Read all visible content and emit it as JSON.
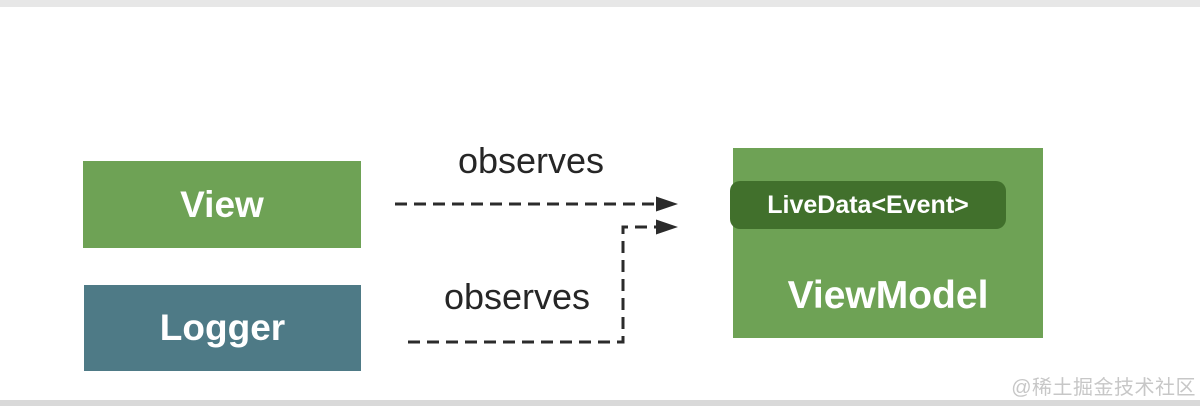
{
  "diagram": {
    "nodes": {
      "view": {
        "label": "View",
        "color": "#6ea255",
        "text_color": "#ffffff"
      },
      "logger": {
        "label": "Logger",
        "color": "#4e7a86",
        "text_color": "#ffffff"
      },
      "viewmodel": {
        "label": "ViewModel",
        "color": "#6ea255",
        "text_color": "#ffffff"
      },
      "livedata": {
        "label": "LiveData<Event>",
        "color": "#41702c",
        "text_color": "#ffffff"
      }
    },
    "edges": [
      {
        "label": "observes",
        "from": "View",
        "to": "LiveData<Event>",
        "style": "dashed"
      },
      {
        "label": "observes",
        "from": "Logger",
        "to": "LiveData<Event>",
        "style": "dashed"
      }
    ]
  },
  "watermark": {
    "text": "@稀土掘金技术社区"
  },
  "colors": {
    "background": "#ffffff",
    "node_green": "#6ea255",
    "node_teal": "#4e7a86",
    "livedata_green": "#41702c",
    "arrow": "#2b2b2b",
    "label_text": "#262626",
    "watermark": "#c7c7c7",
    "top_strip": "#e7e7e7",
    "bottom_strip": "#d9d9d9"
  }
}
